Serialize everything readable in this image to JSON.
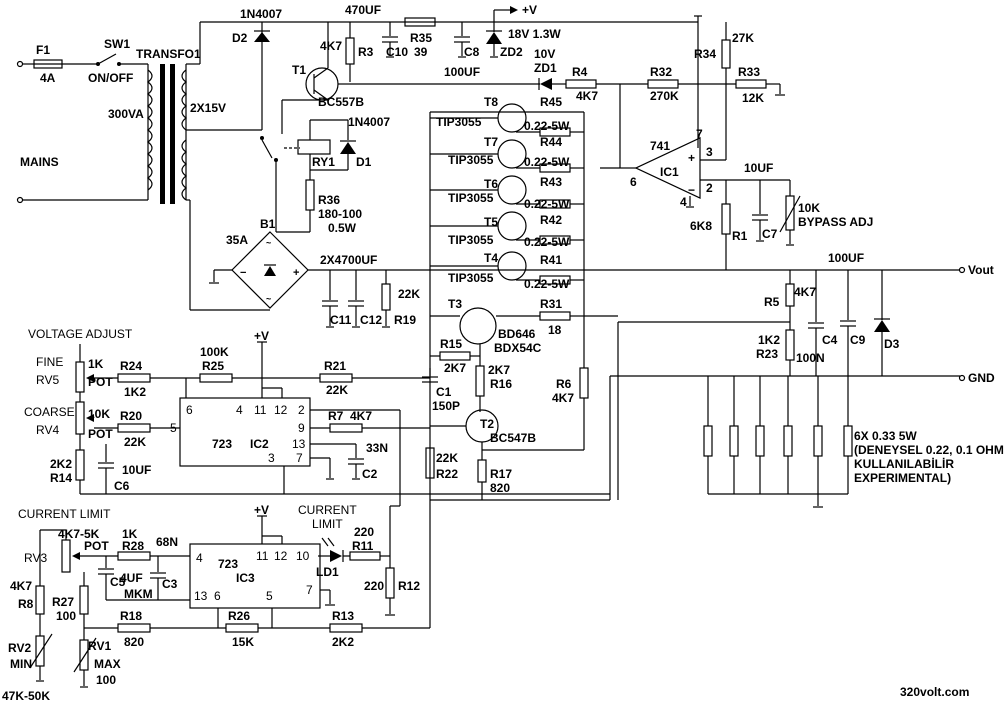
{
  "power_in": {
    "f1_ref": "F1",
    "f1_val": "4A",
    "sw_ref": "SW1",
    "sw_label": "ON/OFF",
    "transformer_ref": "TRANSFO1",
    "transformer_power": "300VA",
    "secondary": "2X15V",
    "mains": "MAINS"
  },
  "rectifier": {
    "bridge_ref": "B1",
    "bridge_rating": "35A",
    "cap_value": "2X4700UF",
    "c11": "C11",
    "c12": "C12",
    "r19_ref": "R19",
    "r19_val": "22K"
  },
  "relay": {
    "d2_ref": "D2",
    "d2_part": "1N4007",
    "d1_ref": "D1",
    "d1_part": "1N4007",
    "ry_ref": "RY1",
    "r36_ref": "R36",
    "r36_val": "180-100",
    "r36_power": "0.5W"
  },
  "aux_supply": {
    "c10_val": "470UF",
    "c10_ref": "C10",
    "r35_ref": "R35",
    "r35_val": "39",
    "c8_ref": "C8",
    "c8_val": "100UF",
    "zd2_ref": "ZD2",
    "zd2_val": "18V 1.3W",
    "vplus": "+V",
    "r3_ref": "R3",
    "r3_val": "4K7",
    "t1_ref": "T1",
    "t1_part": "BC557B"
  },
  "comparator": {
    "zd1_ref": "ZD1",
    "zd1_val": "10V",
    "r4_ref": "R4",
    "r4_val": "4K7",
    "r32_ref": "R32",
    "r32_val": "270K",
    "r34_ref": "R34",
    "r34_val": "27K",
    "r33_ref": "R33",
    "r33_val": "12K",
    "ic1_ref": "IC1",
    "ic1_part": "741",
    "pin7": "7",
    "pin3": "3",
    "pin6": "6",
    "pin2": "2",
    "pin4": "4",
    "plus": "+",
    "minus": "−",
    "c7_val": "10UF",
    "c7_ref": "C7",
    "bypass_val": "10K",
    "bypass_label": "BYPASS ADJ",
    "r1_ref": "R1",
    "r1_val": "6K8"
  },
  "power_stage": {
    "transistors": [
      {
        "ref": "T8",
        "part": "TIP3055",
        "r_ref": "R45",
        "r_val": "0.22-5W"
      },
      {
        "ref": "T7",
        "part": "TIP3055",
        "r_ref": "R44",
        "r_val": "0.22-5W"
      },
      {
        "ref": "T6",
        "part": "TIP3055",
        "r_ref": "R43",
        "r_val": "0.22-5W"
      },
      {
        "ref": "T5",
        "part": "TIP3055",
        "r_ref": "R42",
        "r_val": "0.22-5W"
      },
      {
        "ref": "T4",
        "part": "TIP3055",
        "r_ref": "R41",
        "r_val": "0.22-5W"
      }
    ],
    "t3_ref": "T3",
    "t3_part1": "BD646",
    "t3_part2": "BDX54C",
    "r31_ref": "R31",
    "r31_val": "18",
    "r15_ref": "R15",
    "r15_val": "2K7",
    "r16_ref": "R16",
    "r16_val": "2K7",
    "c1_ref": "C1",
    "c1_val": "150P",
    "t2_ref": "T2",
    "t2_part": "BC547B",
    "r17_ref": "R17",
    "r17_val": "820",
    "r6_ref": "R6",
    "r6_val": "4K7",
    "r22_ref": "R22",
    "r22_val": "22K"
  },
  "output": {
    "vout": "Vout",
    "gnd": "GND",
    "cap_top": "100UF",
    "r5_ref": "R5",
    "r5_val": "4K7",
    "r23_ref": "R23",
    "r23_val": "1K2",
    "c4_ref": "C4",
    "c4_val": "100N",
    "c9_ref": "C9",
    "d3_ref": "D3",
    "note1": "6X 0.33 5W",
    "note2": "(DENEYSEL 0.22, 0.1 OHM",
    "note3": "KULLANILABİLİR",
    "note4": "EXPERIMENTAL)"
  },
  "voltage_adjust": {
    "title": "VOLTAGE ADJUST",
    "fine": "FINE",
    "rv5_ref": "RV5",
    "rv5_val": "1K",
    "rv5_type": "POT",
    "r24_ref": "R24",
    "r24_val": "1K2",
    "r25_ref": "R25",
    "r25_val": "100K",
    "r21_ref": "R21",
    "r21_val": "22K",
    "coarse": "COARSE",
    "rv4_ref": "RV4",
    "rv4_val": "10K",
    "rv4_type": "POT",
    "r20_ref": "R20",
    "r20_val": "22K",
    "r7_ref": "R7",
    "r7_val": "4K7",
    "r14_ref": "R14",
    "r14_val": "2K2",
    "c6_ref": "C6",
    "c6_val": "10UF",
    "c2_ref": "C2",
    "c2_val": "33N",
    "vplus": "+V",
    "ic2_ref": "IC2",
    "ic2_part": "723",
    "pins": {
      "p6": "6",
      "p4": "4",
      "p11": "11",
      "p12": "12",
      "p2": "2",
      "p5": "5",
      "p9": "9",
      "p13": "13",
      "p7": "7",
      "p3": "3"
    }
  },
  "current_limit": {
    "title": "CURRENT LIMIT",
    "rv3_ref": "RV3",
    "rv3_val": "4K7-5K",
    "rv3_type": "POT",
    "r28_ref": "R28",
    "r28_val": "1K",
    "c3_ref": "C3",
    "c3_val": "68N",
    "c5_ref": "C5",
    "c5_val": "4UF",
    "c5_type": "MKM",
    "vplus": "+V",
    "ic3_ref": "IC3",
    "ic3_part": "723",
    "pins": {
      "p4": "4",
      "p11": "11",
      "p12": "12",
      "p10": "10",
      "p13": "13",
      "p6": "6",
      "p5": "5",
      "p7": "7"
    },
    "led_label1": "CURRENT",
    "led_label2": "LIMIT",
    "ld1_ref": "LD1",
    "r11_ref": "R11",
    "r11_val": "220",
    "r12_ref": "R12",
    "r12_val": "220",
    "r8_ref": "R8",
    "r8_val": "4K7",
    "r27_ref": "R27",
    "r27_val": "100",
    "rv2_ref": "RV2",
    "rv2_min": "MIN",
    "rv2_val": "47K-50K",
    "rv1_ref": "RV1",
    "rv1_max": "MAX",
    "rv1_val": "100",
    "r18_ref": "R18",
    "r18_val": "820",
    "r26_ref": "R26",
    "r26_val": "15K",
    "r13_ref": "R13",
    "r13_val": "2K2"
  },
  "watermark": "320volt.com"
}
